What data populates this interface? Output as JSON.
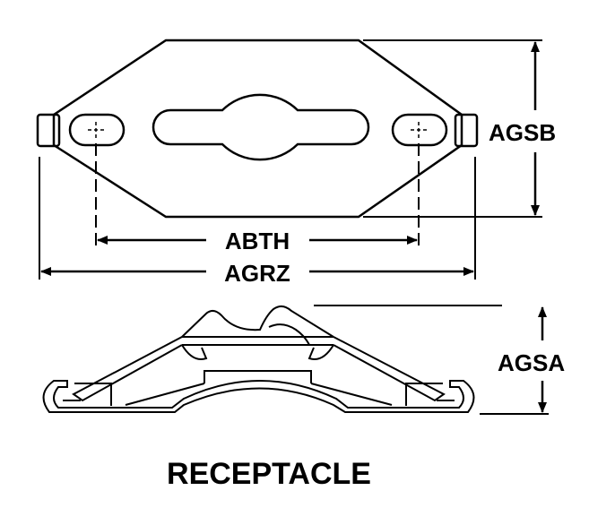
{
  "labels": {
    "agsb": "AGSB",
    "abth": "ABTH",
    "agrz": "AGRZ",
    "agsa": "AGSA"
  },
  "title": "RECEPTACLE",
  "colors": {
    "line": "#000000",
    "background": "#ffffff"
  }
}
